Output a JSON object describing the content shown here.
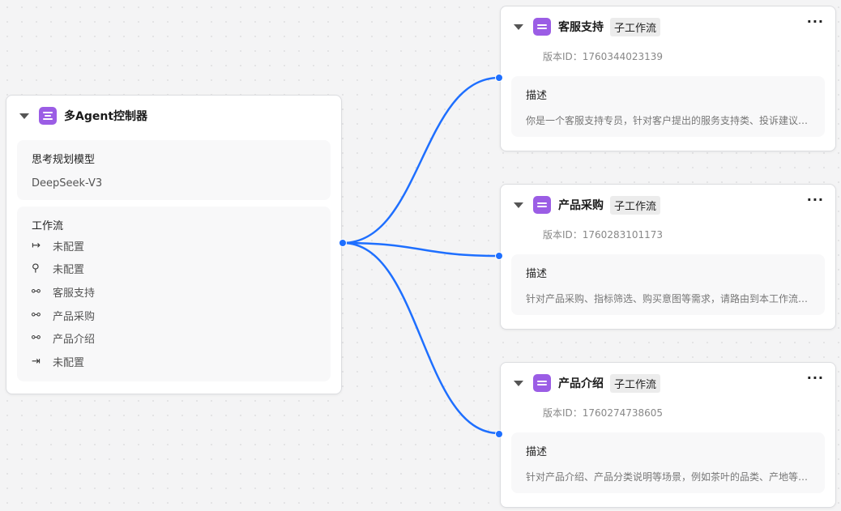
{
  "controller": {
    "title": "多Agent控制器",
    "model_label": "思考规划模型",
    "model_value": "DeepSeek-V3",
    "workflow_label": "工作流",
    "workflows": [
      {
        "icon": "start-arrow-icon",
        "glyph": "↦",
        "label": "未配置"
      },
      {
        "icon": "bulb-icon",
        "glyph": "⚲",
        "label": "未配置"
      },
      {
        "icon": "subflow-icon",
        "glyph": "⚯",
        "label": "客服支持"
      },
      {
        "icon": "subflow-icon",
        "glyph": "⚯",
        "label": "产品采购"
      },
      {
        "icon": "subflow-icon",
        "glyph": "⚯",
        "label": "产品介绍"
      },
      {
        "icon": "end-arrow-icon",
        "glyph": "⇥",
        "label": "未配置"
      }
    ]
  },
  "nodes": [
    {
      "title": "客服支持",
      "tag": "子工作流",
      "version": "版本ID：1760344023139",
      "desc_label": "描述",
      "desc": "你是一个客服支持专员，针对客户提出的服务支持类、投诉建议类问题进行处理"
    },
    {
      "title": "产品采购",
      "tag": "子工作流",
      "version": "版本ID：1760283101173",
      "desc_label": "描述",
      "desc": "针对产品采购、指标筛选、购买意图等需求，请路由到本工作流进行处理"
    },
    {
      "title": "产品介绍",
      "tag": "子工作流",
      "version": "版本ID：1760274738605",
      "desc_label": "描述",
      "desc": "针对产品介绍、产品分类说明等场景，例如茶叶的品类、产地等介绍"
    }
  ],
  "colors": {
    "edge": "#1e6fff",
    "icon": "#9b5de5"
  }
}
